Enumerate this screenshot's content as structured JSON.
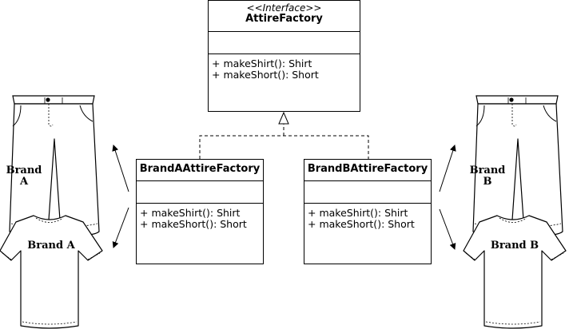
{
  "interface": {
    "stereotype": "<<Interface>>",
    "name": "AttireFactory",
    "operations": [
      "+ makeShirt(): Shirt",
      "+ makeShort(): Short"
    ]
  },
  "factories": [
    {
      "name": "BrandAAttireFactory",
      "operations": [
        "+ makeShirt(): Shirt",
        "+ makeShort(): Short"
      ]
    },
    {
      "name": "BrandBAttireFactory",
      "operations": [
        "+ makeShirt(): Shirt",
        "+ makeShort(): Short"
      ]
    }
  ],
  "products": {
    "brand_a": {
      "shorts_label": "Brand A",
      "shirt_label": "Brand A"
    },
    "brand_b": {
      "shorts_label": "Brand B",
      "shirt_label": "Brand B"
    }
  },
  "colors": {
    "stroke": "#000000",
    "background": "#ffffff"
  }
}
